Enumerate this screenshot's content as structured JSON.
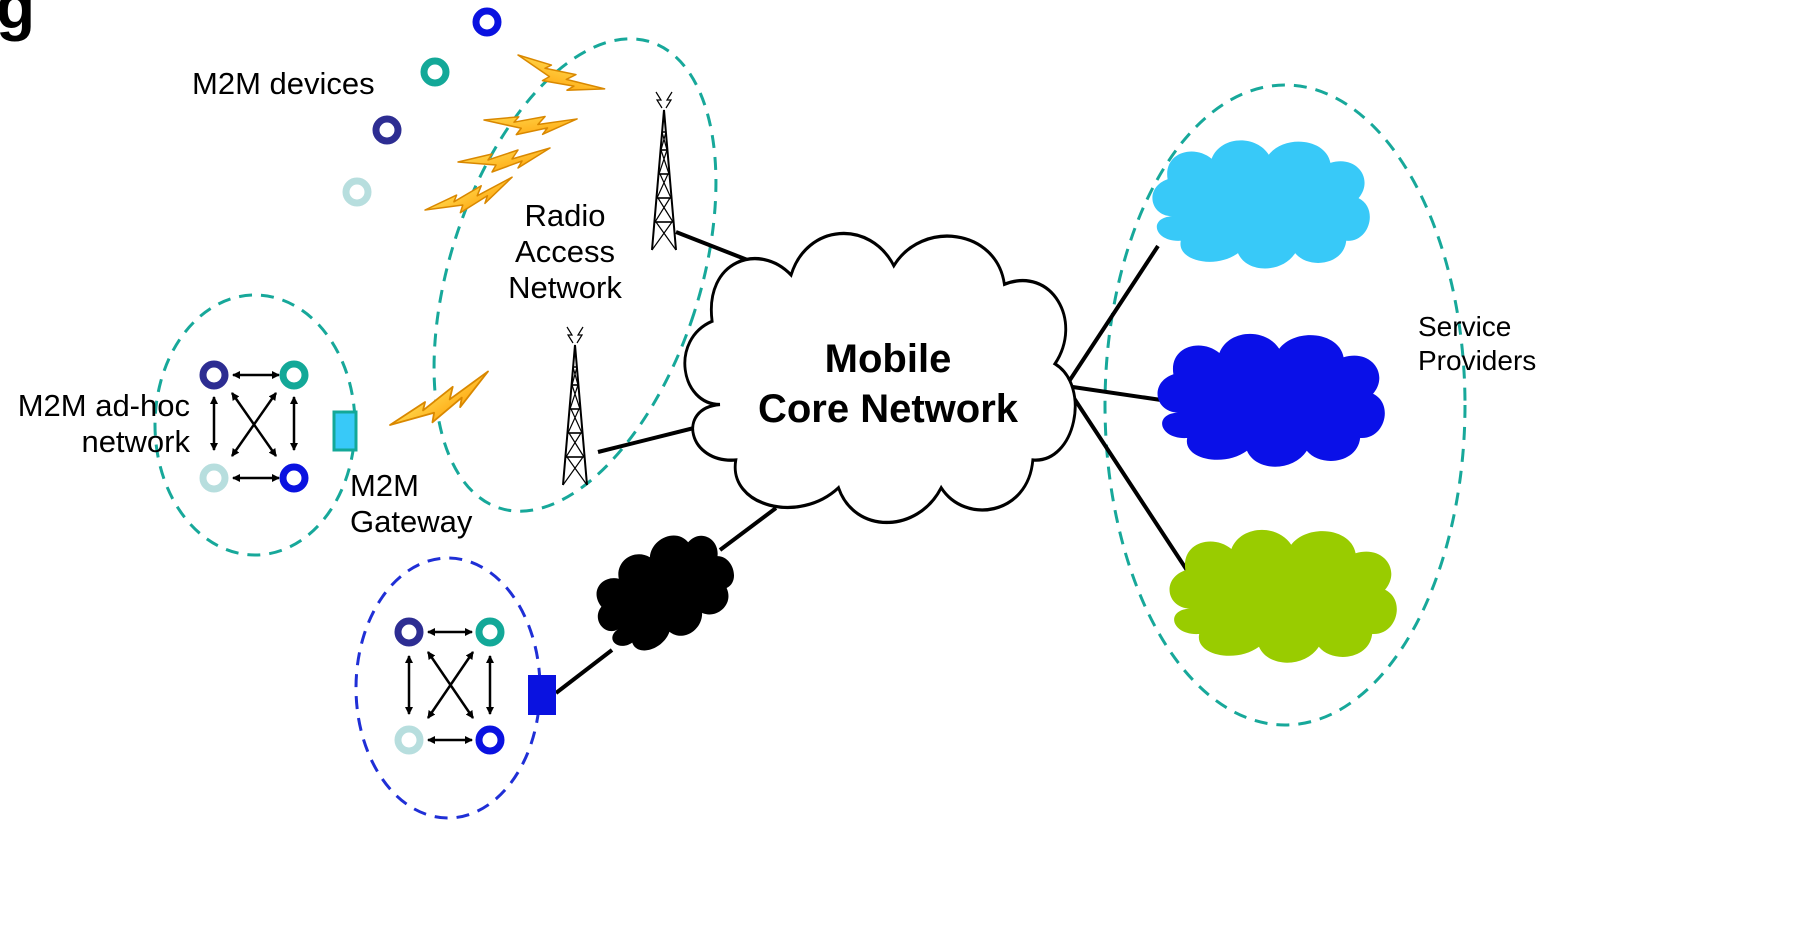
{
  "labels": {
    "m2m_devices": "M2M devices",
    "radio_access_network": [
      "Radio",
      "Access",
      "Network"
    ],
    "mobile_core_network": [
      "Mobile",
      "Core Network"
    ],
    "m2m_adhoc_network": [
      "M2M ad-hoc",
      "network"
    ],
    "m2m_gateway": [
      "M2M",
      "Gateway"
    ],
    "service_providers": [
      "Service",
      "Providers"
    ]
  },
  "colors": {
    "teal_dash": "#17a89a",
    "blue_dash": "#1f2fd6",
    "device_navy": "#2d2d92",
    "device_teal": "#13a898",
    "device_light": "#b7dede",
    "device_blue": "#0a12e0",
    "provider_cloud_1": "#38c9f8",
    "provider_cloud_2": "#0a10e8",
    "provider_cloud_3": "#99cc00",
    "gateway_cyan": "#38c9f8",
    "gateway_blue": "#0a12e0",
    "lightning_fill": "#ffc400",
    "lightning_edge": "#d98800"
  },
  "icons": {
    "radio_towers": [
      "radio-tower-icon",
      "radio-tower-icon"
    ],
    "lightning_bolts": [
      "lightning-icon",
      "lightning-icon",
      "lightning-icon",
      "lightning-icon",
      "lightning-icon"
    ]
  }
}
